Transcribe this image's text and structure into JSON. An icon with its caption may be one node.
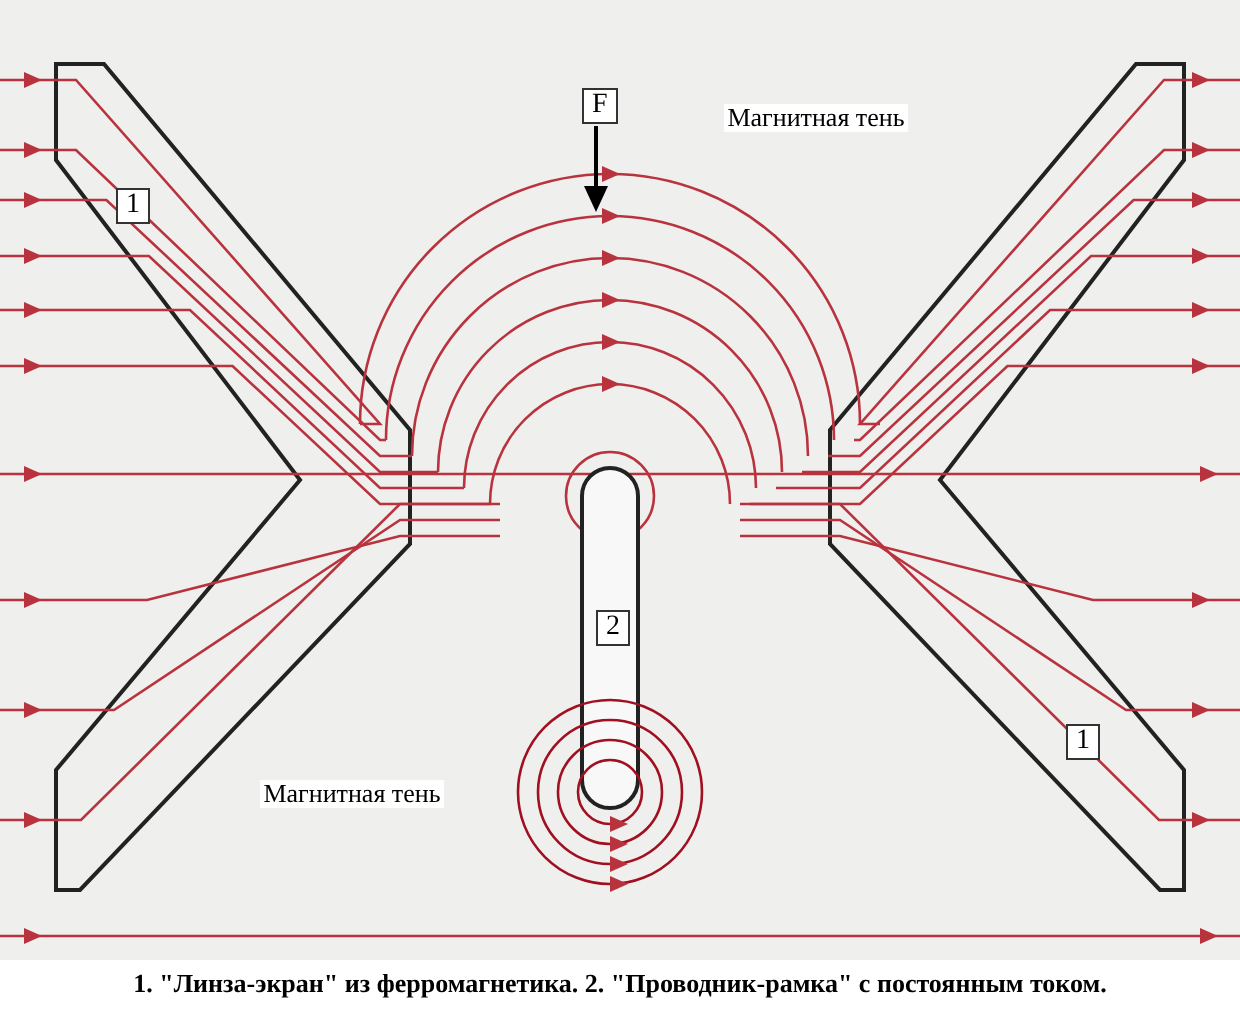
{
  "diagram": {
    "caption": "1. \"Линза-экран\" из ферромагнетика. 2. \"Проводник-рамка\" с постоянным током.",
    "labels": [
      "F",
      "Магнитная тень",
      "1",
      "2",
      "1",
      "Магнитная тень"
    ]
  }
}
